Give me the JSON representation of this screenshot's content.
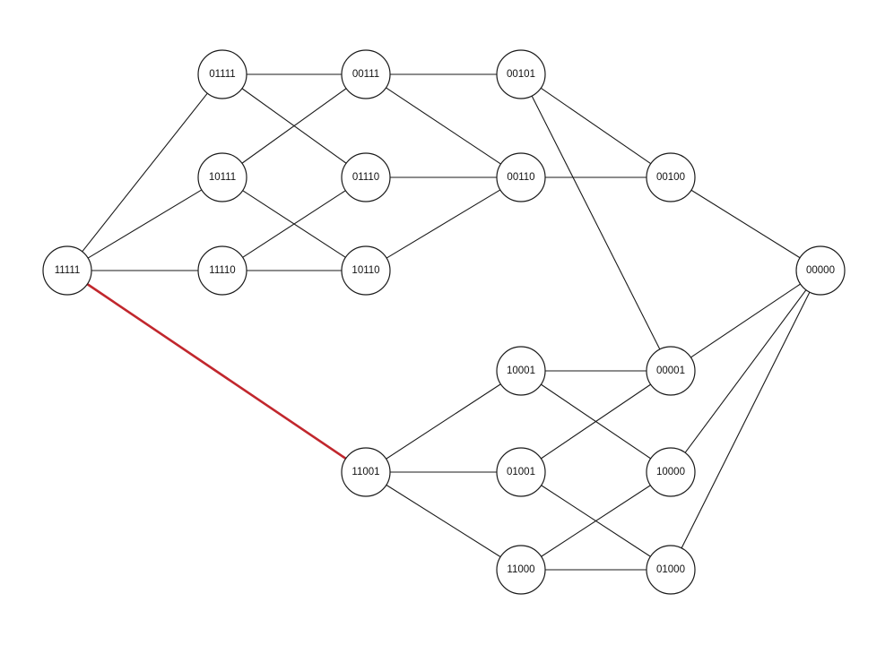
{
  "colors": {
    "edge": "#1a1a1a",
    "highlight_edge": "#c1272d",
    "node_fill": "#ffffff",
    "node_stroke": "#1a1a1a"
  },
  "nodes": [
    {
      "id": "11111",
      "label": "11111"
    },
    {
      "id": "01111",
      "label": "01111"
    },
    {
      "id": "10111",
      "label": "10111"
    },
    {
      "id": "11110",
      "label": "11110"
    },
    {
      "id": "00111",
      "label": "00111"
    },
    {
      "id": "01110",
      "label": "01110"
    },
    {
      "id": "10110",
      "label": "10110"
    },
    {
      "id": "00101",
      "label": "00101"
    },
    {
      "id": "00110",
      "label": "00110"
    },
    {
      "id": "00100",
      "label": "00100"
    },
    {
      "id": "00000",
      "label": "00000"
    },
    {
      "id": "11001",
      "label": "11001"
    },
    {
      "id": "10001",
      "label": "10001"
    },
    {
      "id": "01001",
      "label": "01001"
    },
    {
      "id": "11000",
      "label": "11000"
    },
    {
      "id": "00001",
      "label": "00001"
    },
    {
      "id": "10000",
      "label": "10000"
    },
    {
      "id": "01000",
      "label": "01000"
    }
  ],
  "edges": [
    {
      "from": "11111",
      "to": "01111"
    },
    {
      "from": "11111",
      "to": "10111"
    },
    {
      "from": "11111",
      "to": "11110"
    },
    {
      "from": "11111",
      "to": "11001",
      "highlight": true
    },
    {
      "from": "01111",
      "to": "00111"
    },
    {
      "from": "01111",
      "to": "01110"
    },
    {
      "from": "10111",
      "to": "00111"
    },
    {
      "from": "10111",
      "to": "10110"
    },
    {
      "from": "11110",
      "to": "01110"
    },
    {
      "from": "11110",
      "to": "10110"
    },
    {
      "from": "00111",
      "to": "00101"
    },
    {
      "from": "00111",
      "to": "00110"
    },
    {
      "from": "01110",
      "to": "00110"
    },
    {
      "from": "10110",
      "to": "00110"
    },
    {
      "from": "00101",
      "to": "00100"
    },
    {
      "from": "00101",
      "to": "00001"
    },
    {
      "from": "00110",
      "to": "00100"
    },
    {
      "from": "00100",
      "to": "00000"
    },
    {
      "from": "11001",
      "to": "10001"
    },
    {
      "from": "11001",
      "to": "01001"
    },
    {
      "from": "11001",
      "to": "11000"
    },
    {
      "from": "10001",
      "to": "00001"
    },
    {
      "from": "10001",
      "to": "10000"
    },
    {
      "from": "01001",
      "to": "00001"
    },
    {
      "from": "01001",
      "to": "01000"
    },
    {
      "from": "11000",
      "to": "10000"
    },
    {
      "from": "11000",
      "to": "01000"
    },
    {
      "from": "00001",
      "to": "00000"
    },
    {
      "from": "10000",
      "to": "00000"
    },
    {
      "from": "01000",
      "to": "00000"
    }
  ]
}
